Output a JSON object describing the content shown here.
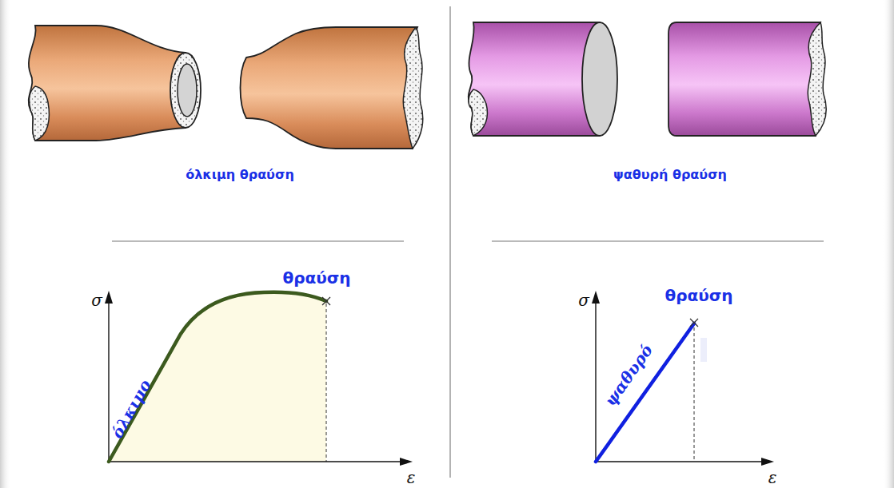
{
  "diagram": {
    "labels": [
      "όλκιμη θραύση",
      "ψαθυρή θραύση",
      "σ",
      "θραύση",
      "όλκιμο",
      "ε",
      "σ",
      "θραύση",
      "ψαθυρό",
      "ε"
    ]
  }
}
